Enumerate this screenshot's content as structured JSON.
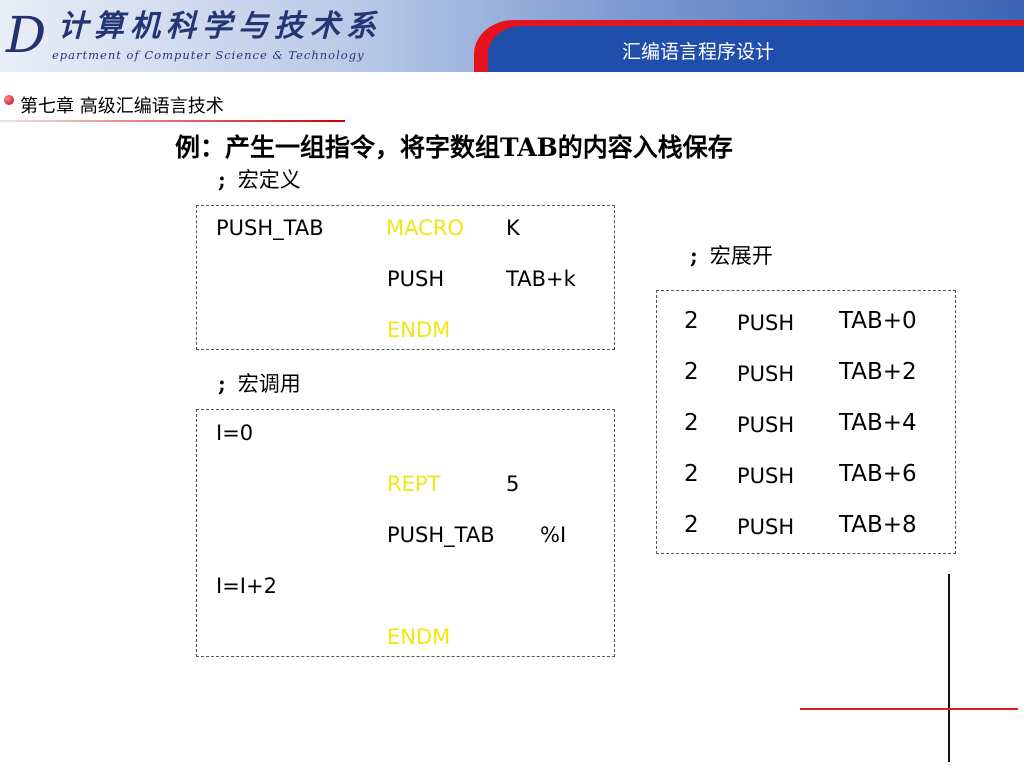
{
  "header": {
    "logo_letter": "D",
    "department_cn": "计算机科学与技术系",
    "department_en": "epartment of Computer Science & Technology",
    "course_title": "汇编语言程序设计"
  },
  "chapter": {
    "title": "第七章  高级汇编语言技术"
  },
  "heading": "例：产生一组指令，将字数组TAB的内容入栈保存",
  "macro_definition": {
    "comment_semicolon": ";",
    "comment": "宏定义",
    "line1": {
      "name": "PUSH_TAB",
      "keyword": "MACRO",
      "param": "K"
    },
    "line2": {
      "op": "PUSH",
      "arg": "TAB+k"
    },
    "line3": {
      "keyword": "ENDM"
    }
  },
  "macro_call": {
    "comment_semicolon": ";",
    "comment": "宏调用",
    "line1": "I=0",
    "line2": {
      "keyword": "REPT",
      "count": "5"
    },
    "line3": {
      "op": "PUSH_TAB",
      "arg": "%I"
    },
    "line4": "I=I+2",
    "line5": {
      "keyword": "ENDM"
    }
  },
  "macro_expansion": {
    "comment_semicolon": ";",
    "comment": "宏展开",
    "rows": [
      {
        "level": "2",
        "op": "PUSH",
        "arg": "TAB+0"
      },
      {
        "level": "2",
        "op": "PUSH",
        "arg": "TAB+2"
      },
      {
        "level": "2",
        "op": "PUSH",
        "arg": "TAB+4"
      },
      {
        "level": "2",
        "op": "PUSH",
        "arg": "TAB+6"
      },
      {
        "level": "2",
        "op": "PUSH",
        "arg": "TAB+8"
      }
    ]
  },
  "colors": {
    "keyword": "#f3e515",
    "banner_red": "#e5131d",
    "banner_blue": "#1f4faa"
  }
}
